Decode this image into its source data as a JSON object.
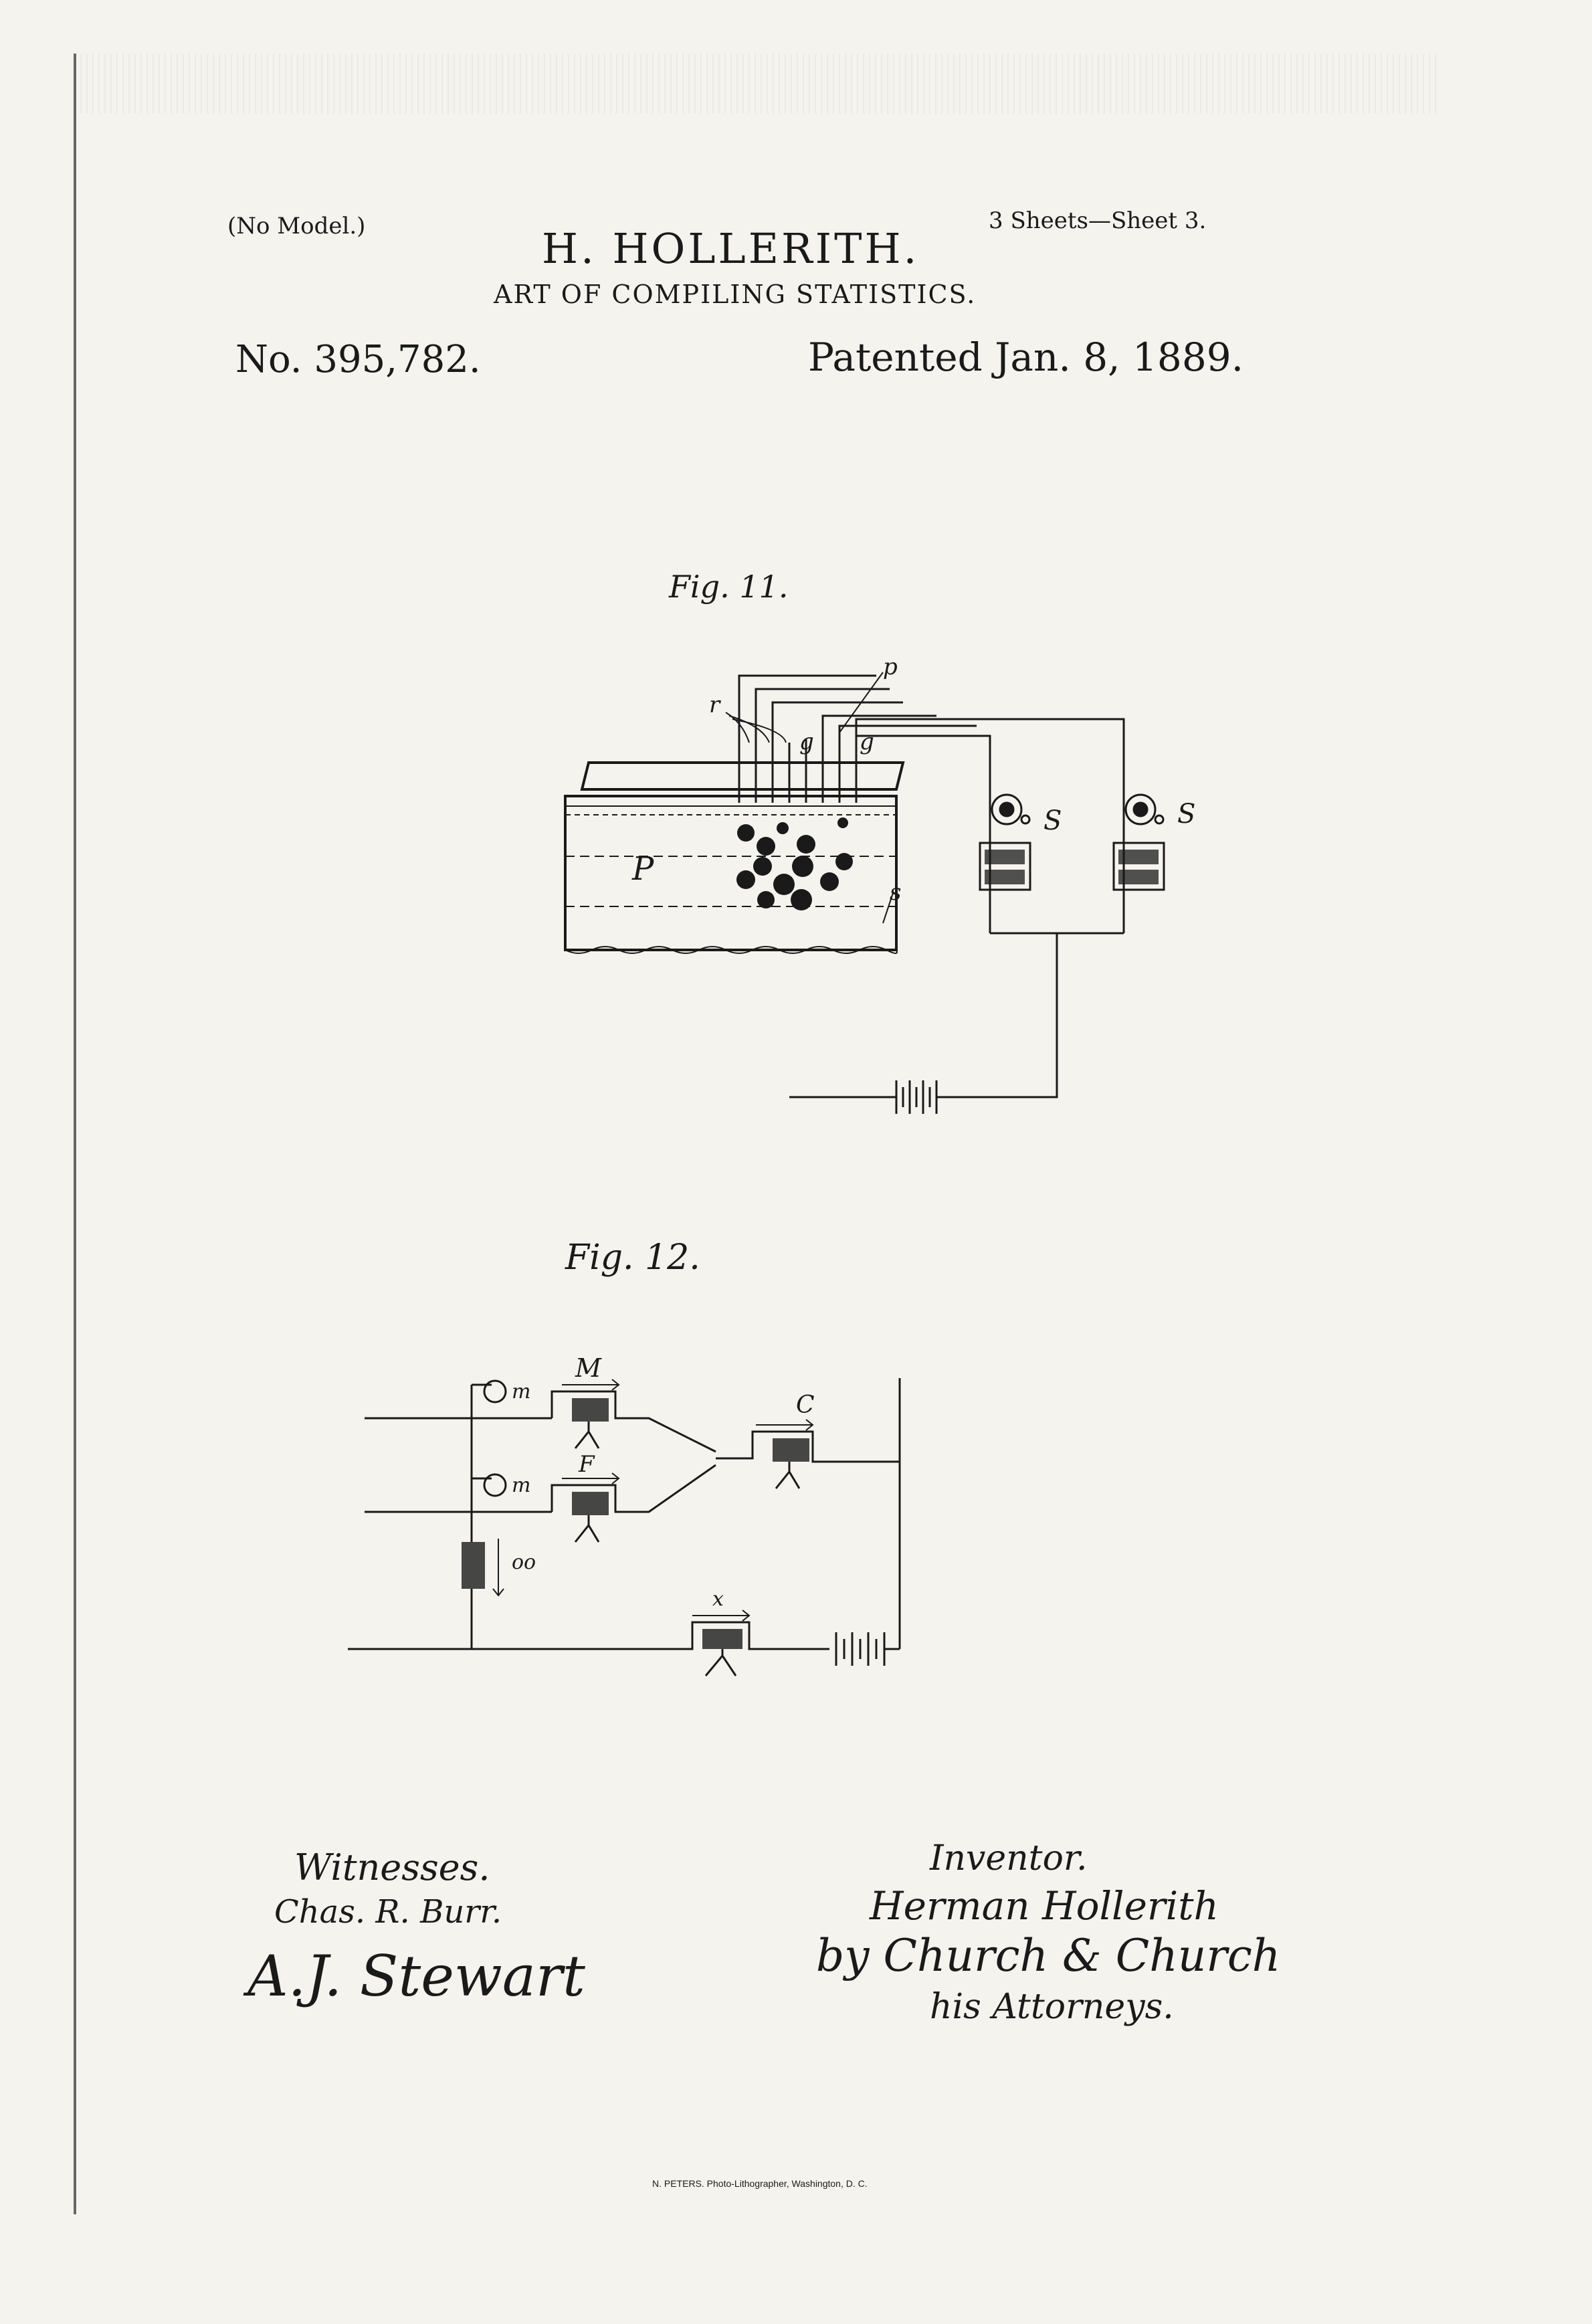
{
  "header": {
    "no_model": "(No Model.)",
    "sheets": "3 Sheets—Sheet 3.",
    "inventor_name": "H. HOLLERITH.",
    "title": "ART OF COMPILING STATISTICS.",
    "patent_no": "No. 395,782.",
    "patented": "Patented Jan. 8, 1889."
  },
  "fig11": {
    "caption": "Fig. 11.",
    "labels": {
      "r": "r",
      "p": "p",
      "g1": "g",
      "g2": "g",
      "P": "P",
      "s": "s",
      "S1": "S",
      "S2": "S"
    }
  },
  "fig12": {
    "caption": "Fig. 12.",
    "labels": {
      "M": "M",
      "m1": "m",
      "m2": "m",
      "F": "F",
      "C": "C",
      "oo": "oo",
      "x": "x"
    }
  },
  "signatures": {
    "witnesses_heading": "Witnesses.",
    "witness_1": "Chas. R. Burr.",
    "witness_2": "A.J. Stewart",
    "inventor_heading": "Inventor.",
    "inventor_sig": "Herman Hollerith",
    "attorneys_sig": "by Church & Church",
    "attorneys_label": "his Attorneys."
  },
  "footer": {
    "printer": "N. PETERS. Photo-Lithographer, Washington, D. C."
  },
  "colors": {
    "paper": "#f4f3ee",
    "ink": "#1a1a1a"
  }
}
